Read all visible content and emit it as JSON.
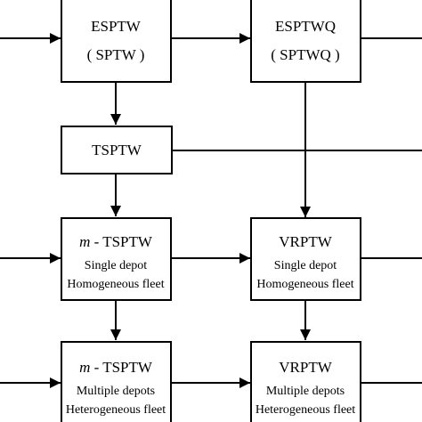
{
  "nodes": {
    "esptw": {
      "title": "ESPTW",
      "sub": "( SPTW )"
    },
    "esptwq": {
      "title": "ESPTWQ",
      "sub": "( SPTWQ )"
    },
    "tsptw": {
      "title": "TSPTW"
    },
    "mtsptw_single": {
      "prefix": "m",
      "title": "- TSPTW",
      "line1": "Single depot",
      "line2": "Homogeneous fleet"
    },
    "vrptw_single": {
      "title": "VRPTW",
      "line1": "Single depot",
      "line2": "Homogeneous fleet"
    },
    "mtsptw_multi": {
      "prefix": "m",
      "title": "- TSPTW",
      "line1": "Multiple depots",
      "line2": "Heterogeneous fleet"
    },
    "vrptw_multi": {
      "title": "VRPTW",
      "line1": "Multiple depots",
      "line2": "Heterogeneous fleet"
    }
  }
}
